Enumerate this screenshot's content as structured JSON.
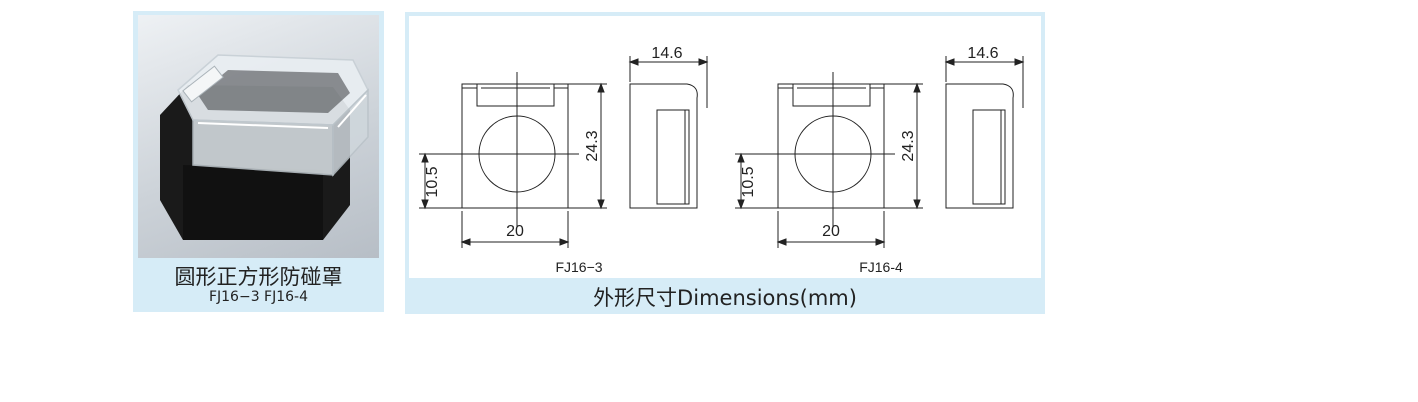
{
  "product": {
    "name": "圆形正方形防碰罩",
    "models": "FJ16−3  FJ16-4"
  },
  "drawings": {
    "caption": "外形尺寸Dimensions(mm)",
    "left": {
      "model": "FJ16−3",
      "width": "20",
      "height": "24.3",
      "center_offset": "10.5",
      "depth": "14.6"
    },
    "right": {
      "model": "FJ16-4",
      "width": "20",
      "height": "24.3",
      "center_offset": "10.5",
      "depth": "14.6"
    }
  }
}
